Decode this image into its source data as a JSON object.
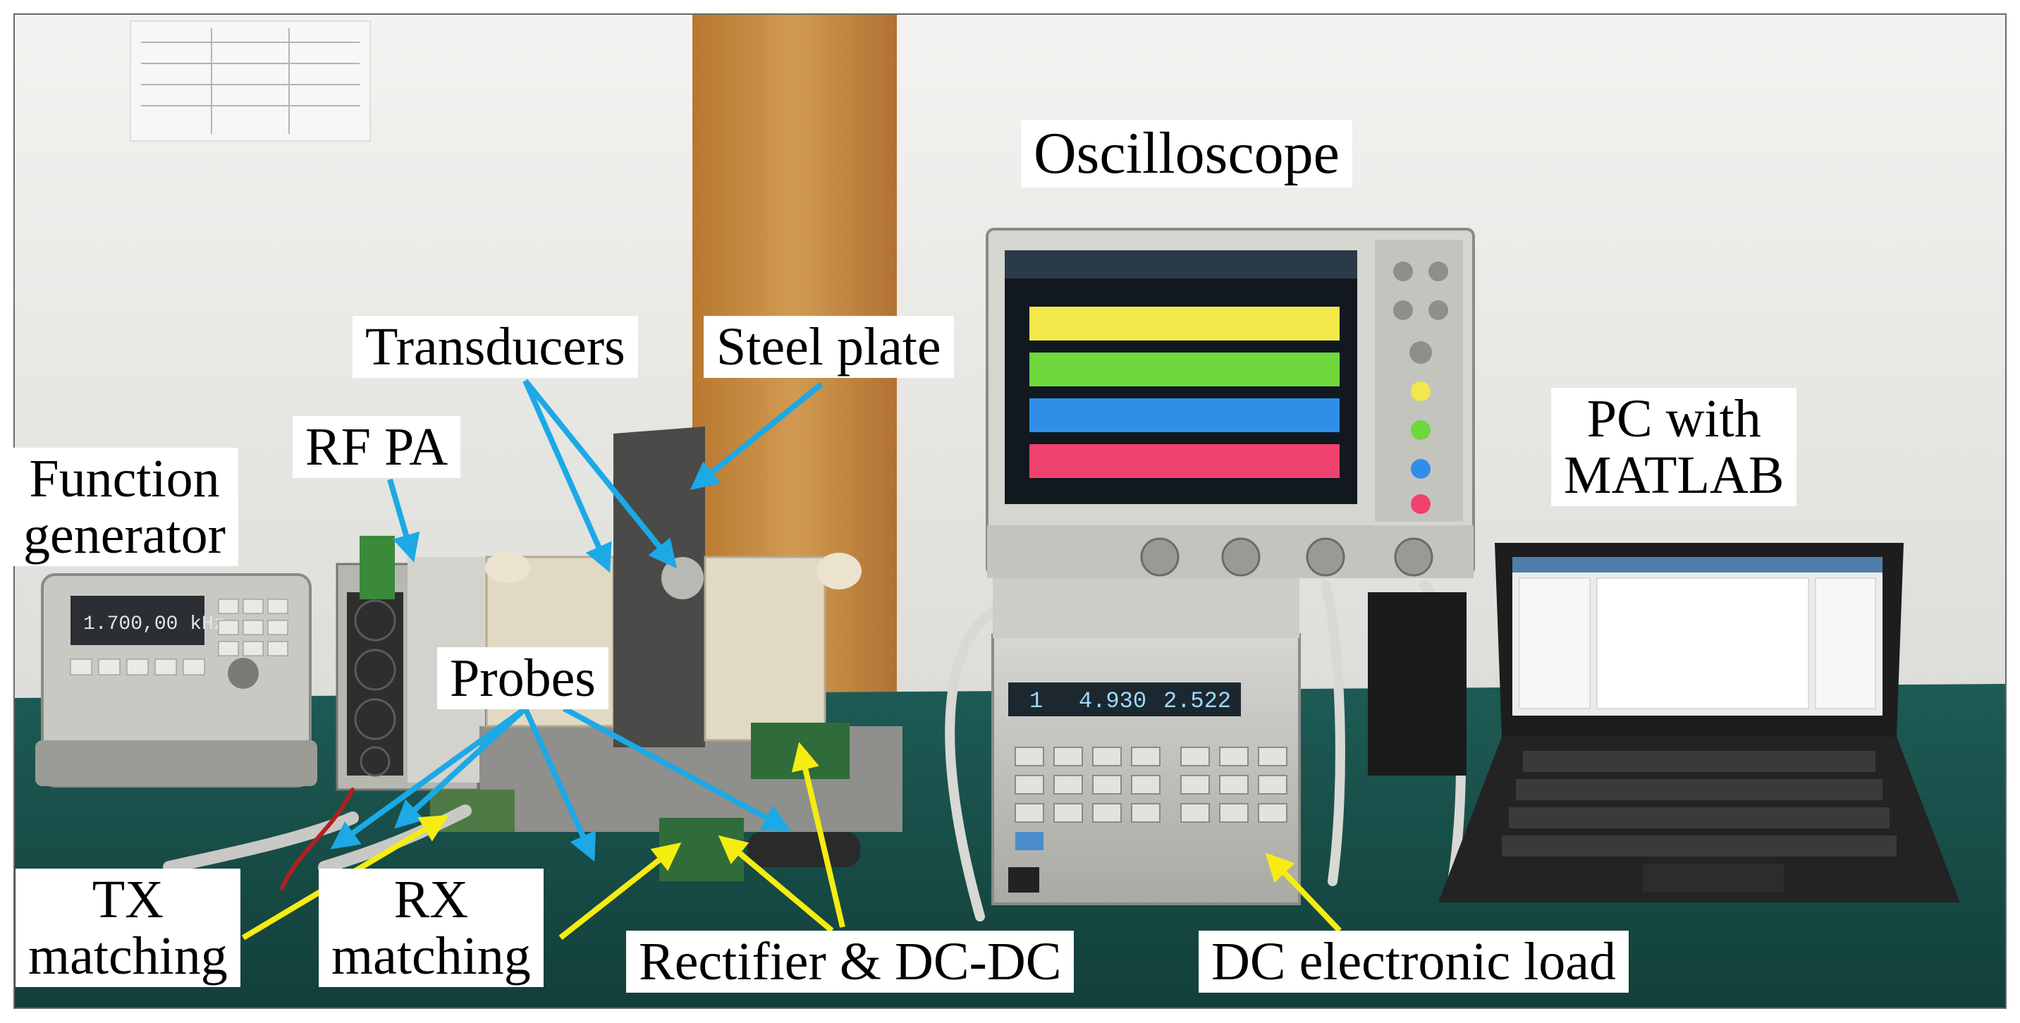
{
  "labels": {
    "oscilloscope": "Oscilloscope",
    "transducers": "Transducers",
    "steel_plate": "Steel plate",
    "rf_pa": "RF PA",
    "function_generator": [
      "Function",
      "generator"
    ],
    "pc_with_matlab": [
      "PC with",
      "MATLAB"
    ],
    "probes": "Probes",
    "tx_matching": [
      "TX",
      "matching"
    ],
    "rx_matching": [
      "RX",
      "matching"
    ],
    "rectifier_dcdc": "Rectifier & DC-DC",
    "dc_electronic_load": "DC electronic load"
  },
  "displays": {
    "function_generator_readout": "1.700,00 kHz",
    "load_channel": "1",
    "load_volts": "4.930",
    "load_amps": "2.522"
  },
  "colors": {
    "cyan_arrow": "#1ca9e6",
    "yellow_arrow": "#f5ec12",
    "scope_ch1": "#f2e84a",
    "scope_ch2": "#6fd83c",
    "scope_ch3": "#2f8fe8",
    "scope_ch4": "#f0426e"
  }
}
